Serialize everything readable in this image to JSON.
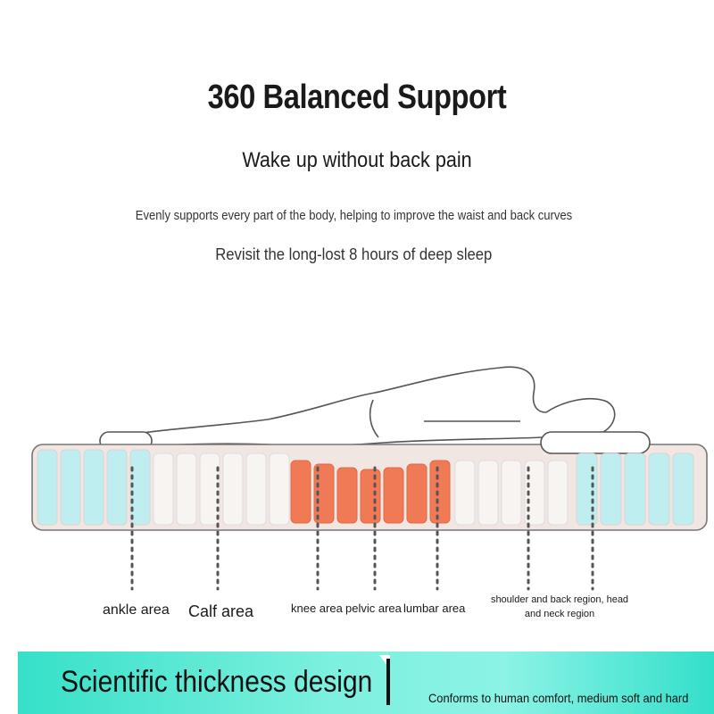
{
  "header": {
    "title": "360 Balanced Support",
    "subtitle": "Wake up without back pain",
    "description": "Evenly supports every part of the body, helping to improve the waist and back curves",
    "tagline": "Revisit the long-lost 8 hours of deep sleep"
  },
  "zones": {
    "ankle": "ankle area",
    "calf": "Calf area",
    "knee": "knee area",
    "pelvic": "pelvic area",
    "lumbar": "lumbar area",
    "shoulder": "shoulder and back region, head and neck region"
  },
  "banner": {
    "title": "Scientific thickness design",
    "subtitle": "Conforms to human comfort, medium soft and hard"
  },
  "colors": {
    "cyan_coil": "#bfeef0",
    "white_coil": "#f7f4f2",
    "orange_coil": "#ef7a55",
    "mattress_bg": "#f1e6e1",
    "banner": "#36e0c8"
  }
}
